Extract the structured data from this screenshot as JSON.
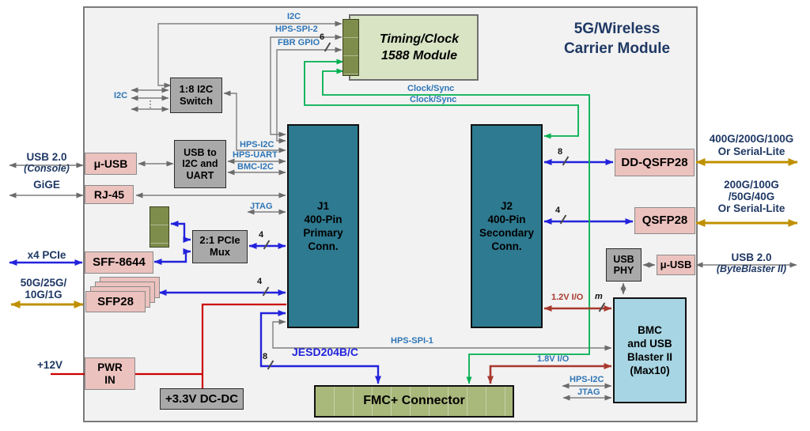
{
  "title": {
    "line1": "5G/Wireless",
    "line2": "Carrier Module"
  },
  "blocks": {
    "timing": {
      "lines": [
        "Timing/Clock",
        "1588 Module"
      ]
    },
    "i2c_switch": {
      "lines": [
        "1:8 I2C",
        "Switch"
      ]
    },
    "usb_i2c_uart": {
      "lines": [
        "USB to",
        "I2C and",
        "UART"
      ]
    },
    "micro_usb_left": {
      "label": "μ-USB"
    },
    "rj45": {
      "label": "RJ-45"
    },
    "pcie_mux": {
      "lines": [
        "2:1 PCIe",
        "Mux"
      ]
    },
    "sff8644": {
      "label": "SFF-8644"
    },
    "sfp28": {
      "label": "SFP28"
    },
    "pwr_in": {
      "lines": [
        "PWR",
        "IN"
      ]
    },
    "dcdc": {
      "label": "+3.3V DC-DC"
    },
    "j1": {
      "lines": [
        "J1",
        "400-Pin",
        "Primary",
        "Conn."
      ]
    },
    "j2": {
      "lines": [
        "J2",
        "400-Pin",
        "Secondary",
        "Conn."
      ]
    },
    "fmc": {
      "label": "FMC+ Connector"
    },
    "dd_qsfp28": {
      "label": "DD-QSFP28"
    },
    "qsfp28": {
      "label": "QSFP28"
    },
    "usb_phy": {
      "lines": [
        "USB",
        "PHY"
      ]
    },
    "micro_usb_right": {
      "label": "μ-USB"
    },
    "bmc": {
      "lines": [
        "BMC",
        "and USB",
        "Blaster II",
        "(Max10)"
      ]
    }
  },
  "external": {
    "usb2_console": {
      "line1": "USB 2.0",
      "line2": "(Console)"
    },
    "gige": {
      "label": "GiGE"
    },
    "x4_pcie": {
      "label": "x4 PCIe"
    },
    "sfp_speeds": {
      "line1": "50G/25G/",
      "line2": "10G/1G"
    },
    "v12": {
      "label": "+12V"
    },
    "dd_speeds": {
      "line1": "400G/200G/100G",
      "line2": "Or Serial-Lite"
    },
    "qsfp_speeds": {
      "line1": "200G/100G",
      "line2": "/50G/40G",
      "line3": "Or Serial-Lite"
    },
    "usb2_byteblaster": {
      "line1": "USB 2.0",
      "line2": "(ByteBlaster II)"
    }
  },
  "signals": {
    "i2c_top": "I2C",
    "hps_spi2": "HPS-SPI-2",
    "fbr_gpio": "FBR GPIO",
    "clock_sync1": "Clock/Sync",
    "clock_sync2": "Clock/Sync",
    "i2c_left": "I2C",
    "hps_i2c": "HPS-I2C",
    "hps_uart": "HPS-UART",
    "bmc_i2c": "BMC-I2C",
    "jtag_left": "JTAG",
    "hps_spi1": "HPS-SPI-1",
    "jesd": "JESD204B/C",
    "v12_io": "1.2V I/O",
    "v18_io": "1.8V I/O",
    "hps_i2c_br": "HPS-I2C",
    "jtag_br": "JTAG"
  },
  "bus_widths": {
    "fbr_gpio": "6",
    "pcie_mux": "4",
    "sfp": "4",
    "jesd": "8",
    "dd_qsfp": "8",
    "qsfp": "4",
    "v12_io": "m"
  },
  "colors": {
    "connector_teal": "#2e7a90",
    "module_pink": "#ecc2be",
    "block_gray": "#a9a9a9",
    "connector_olive": "#7e8d4b",
    "timing_green": "#d8e4c4",
    "bmc_blue": "#a7d5e3",
    "fmc_olive": "#a9b87b",
    "title_navy": "#1f3864",
    "signal_blue": "#2e75b6",
    "wire_gray": "#6b6b6b",
    "wire_blue": "#2222dd",
    "wire_green": "#00b050",
    "wire_red": "#cc0000",
    "wire_brick": "#a8392e",
    "wire_gold": "#bf9000"
  }
}
